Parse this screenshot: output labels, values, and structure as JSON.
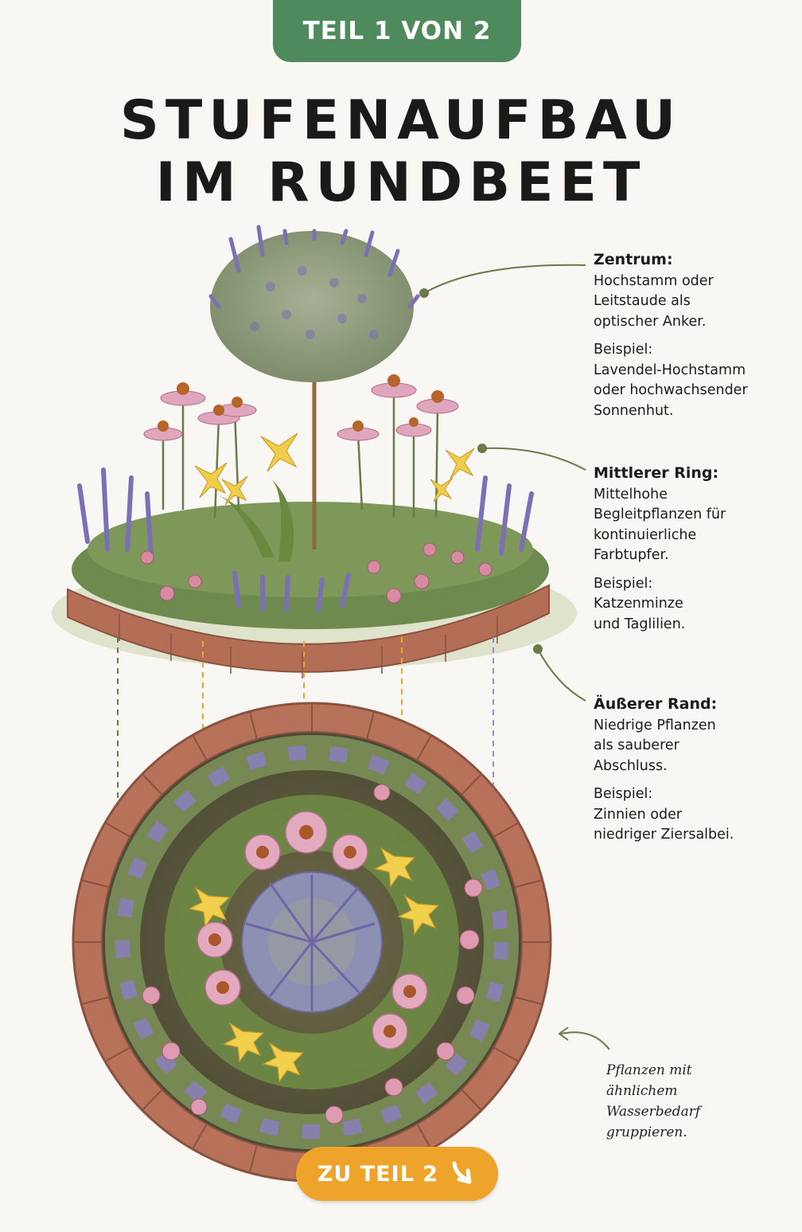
{
  "badge": {
    "label": "TEIL 1 VON 2"
  },
  "title": {
    "line1": "STUFENAUFBAU",
    "line2": "IM RUNDBEET"
  },
  "annotations": {
    "zentrum": {
      "heading": "Zentrum:",
      "body": "Hochstamm oder\nLeitstaude als\noptischer Anker.",
      "example": "Beispiel:\nLavendel-Hochstamm\noder hochwachsender\nSonnenhut."
    },
    "mittlerer_ring": {
      "heading": "Mittlerer Ring:",
      "body": "Mittelhohe\nBegleitpflanzen für\nkontinuierliche\nFarbtupfer.",
      "example": "Beispiel:\nKatzenminze\nund Taglilien."
    },
    "aeusserer_rand": {
      "heading": "Äußerer Rand:",
      "body": "Niedrige Pflanzen\nals sauberer\nAbschluss.",
      "example": "Beispiel:\nZinnien oder\nniedriger Ziersalbei."
    }
  },
  "note": {
    "text": "Pflanzen mit\nähnlichem\nWasserbedarf\ngruppieren."
  },
  "cta": {
    "label": "ZU TEIL 2",
    "icon": "arrow-down-right-icon"
  },
  "colors": {
    "badge_green": "#4e8a5c",
    "cta_orange": "#eea42b",
    "leader_green": "#6b7a4a",
    "lavender": "#7b6fb5",
    "coneflower": "#d99bb2",
    "lily": "#f0cc4a",
    "brick": "#b9735a"
  }
}
